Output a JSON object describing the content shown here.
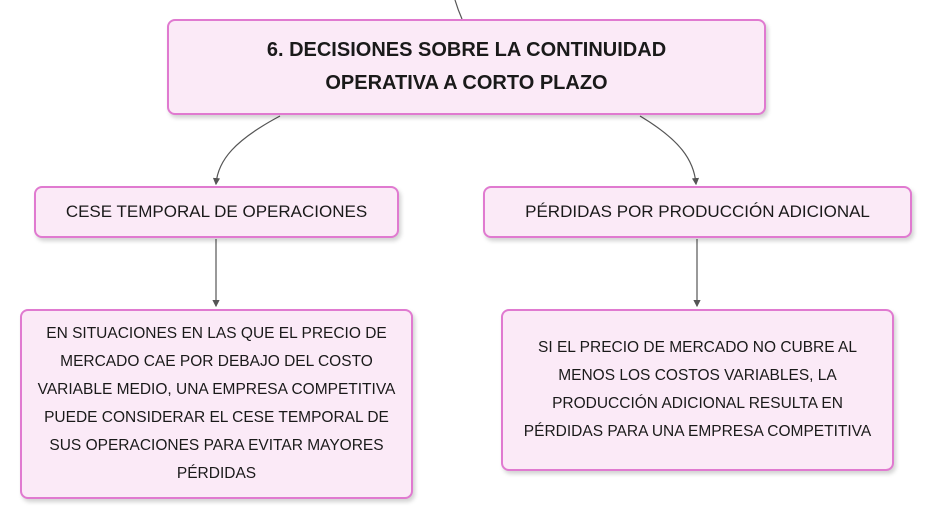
{
  "main": {
    "title": "6. DECISIONES SOBRE LA CONTINUIDAD OPERATIVA A CORTO PLAZO"
  },
  "branches": [
    {
      "title": "CESE TEMPORAL DE OPERACIONES",
      "detail": "EN SITUACIONES EN LAS QUE EL PRECIO DE MERCADO CAE POR DEBAJO DEL COSTO VARIABLE MEDIO, UNA EMPRESA COMPETITIVA PUEDE CONSIDERAR EL CESE TEMPORAL DE SUS OPERACIONES PARA EVITAR MAYORES PÉRDIDAS"
    },
    {
      "title": "PÉRDIDAS POR PRODUCCIÓN ADICIONAL",
      "detail": "SI EL PRECIO DE MERCADO NO CUBRE AL MENOS LOS COSTOS VARIABLES, LA PRODUCCIÓN ADICIONAL RESULTA EN PÉRDIDAS PARA UNA EMPRESA COMPETITIVA"
    }
  ],
  "colors": {
    "node_fill": "#fbeaf7",
    "node_border": "#e07ad0",
    "connector": "#555555"
  }
}
